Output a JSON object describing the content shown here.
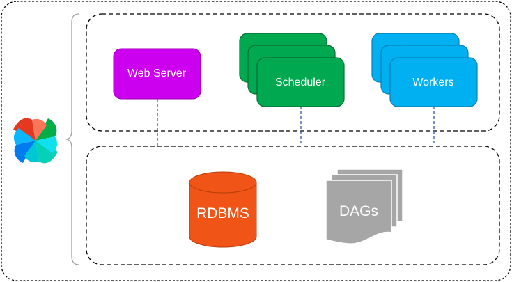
{
  "components": {
    "web_server": {
      "label": "Web Server",
      "color": "#cc00ee"
    },
    "scheduler": {
      "label": "Scheduler",
      "color": "#00a84f"
    },
    "workers": {
      "label": "Workers",
      "color": "#00b0f0"
    }
  },
  "storage": {
    "rdbms": {
      "label": "RDBMS",
      "color": "#f05416"
    },
    "dags": {
      "label": "DAGs",
      "color": "#a6a6a6"
    }
  },
  "logo": {
    "name": "airflow-pinwheel-logo"
  }
}
